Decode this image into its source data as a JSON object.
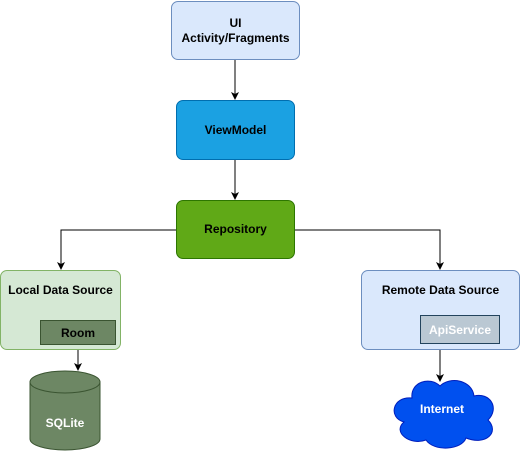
{
  "nodes": {
    "ui": {
      "line1": "UI",
      "line2": "Activity/Fragments"
    },
    "viewmodel": {
      "label": "ViewModel"
    },
    "repository": {
      "label": "Repository"
    },
    "local": {
      "label": "Local Data Source",
      "child": "Room"
    },
    "remote": {
      "label": "Remote Data Source",
      "child": "ApiService"
    },
    "sqlite": {
      "label": "SQLite"
    },
    "internet": {
      "label": "Internet"
    }
  },
  "colors": {
    "ui_fill": "#dae8fc",
    "viewmodel_fill": "#1ba1e2",
    "repository_fill": "#60a917",
    "local_fill": "#d5e8d4",
    "remote_fill": "#dae8fc",
    "room_fill": "#6d8764",
    "api_fill": "#bac8d3",
    "sqlite_fill": "#6d8764",
    "internet_fill": "#0050ef"
  }
}
